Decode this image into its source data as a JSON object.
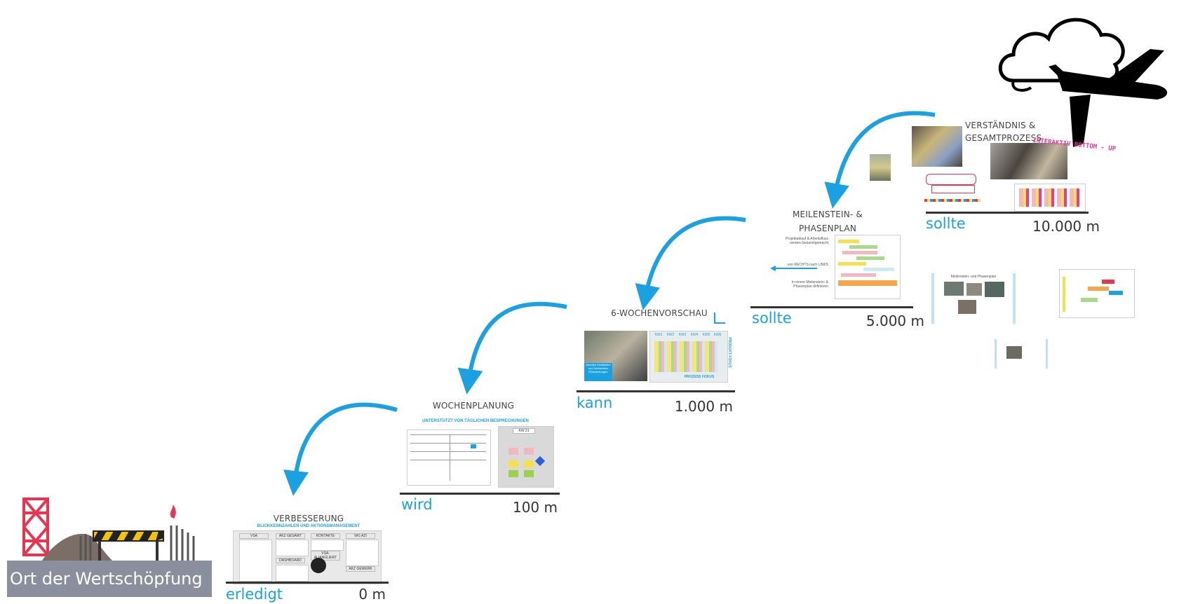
{
  "origin": {
    "label": "Ort der Wertschöpfung"
  },
  "steps": [
    {
      "title": "VERBESSERUNG",
      "subtitle": "BLICKKENNZAHLEN UND AKTIONSMANAGEMENT",
      "level": "erledigt",
      "altitude": "0 m",
      "panels": [
        "VSA",
        "AKZ GESAMT",
        "KONTAKTE",
        "WG AZI",
        "DASHBOARD",
        "VSA-ALIANGLIERT",
        "AKZ GEWERK"
      ]
    },
    {
      "title": "WOCHENPLANUNG",
      "subtitle": "UNTERSTÜTZT VON TÄGLICHEN BESPRECHUNGEN",
      "level": "wird",
      "altitude": "100 m",
      "kw_label": "KW 21"
    },
    {
      "title": "6-WOCHENVORSCHAU",
      "level": "kann",
      "altitude": "1.000 m",
      "axis_x": "PROZESS FOKUS",
      "axis_y": "PRODUKT FOKUS",
      "weeks": [
        "KW1",
        "KW2",
        "KW3",
        "KW4",
        "KW5",
        "KW6"
      ],
      "note": "Arbeiten Feststellen und Vorbereiten Rückstellungen"
    },
    {
      "title": "MEILENSTEIN- &\nPHASENPLAN",
      "level": "sollte",
      "altitude": "5.000 m",
      "notes": [
        "Projektablauf & Arbeitsfluss werden bekanntgemacht",
        "von RECHTS nach LINKS",
        "In einem Meilenstein- & Phasenplan definieren"
      ],
      "side_caption": "Meilenstein- und Phasenplan"
    },
    {
      "title": "VERSTÄNDNIS &\nGESAMTPROZESS",
      "level": "sollte",
      "altitude": "10.000 m",
      "handwritten": "INTERAKTIV BOTTOM - UP"
    }
  ],
  "colors": {
    "accent": "#1ba1e2",
    "line": "#333333",
    "origin_box": "#8b8e9c",
    "crane": "#e8344e"
  },
  "icons": [
    "cloud-icon",
    "airplane-icon",
    "construction-site-icon",
    "arrow-curve-icon"
  ]
}
